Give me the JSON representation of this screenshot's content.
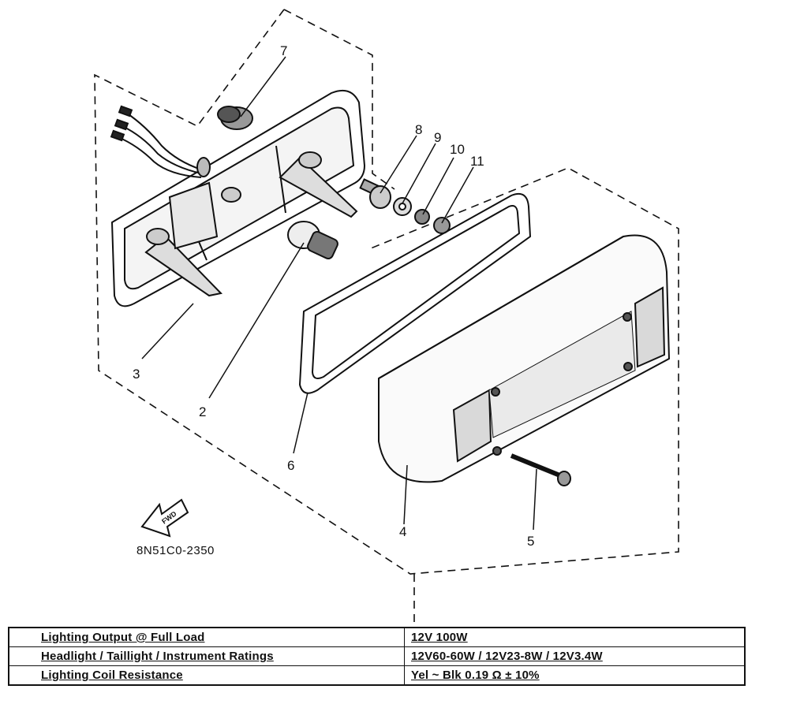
{
  "diagram": {
    "callouts": [
      {
        "id": "7",
        "label": "7"
      },
      {
        "id": "8",
        "label": "8"
      },
      {
        "id": "9",
        "label": "9"
      },
      {
        "id": "10",
        "label": "10"
      },
      {
        "id": "11",
        "label": "11"
      },
      {
        "id": "3",
        "label": "3"
      },
      {
        "id": "2",
        "label": "2"
      },
      {
        "id": "6",
        "label": "6"
      },
      {
        "id": "4",
        "label": "4"
      },
      {
        "id": "5",
        "label": "5"
      }
    ],
    "fwd_label": "FWD",
    "part_number": "8N51C0-2350"
  },
  "specs": {
    "rows": [
      {
        "label": "Lighting Output @ Full Load",
        "value": "12V 100W"
      },
      {
        "label": "Headlight / Taillight / Instrument Ratings",
        "value": "12V60-60W / 12V23-8W / 12V3.4W"
      },
      {
        "label": "Lighting Coil Resistance",
        "value": "Yel ~ Blk 0.19 Ω ± 10%"
      }
    ]
  }
}
